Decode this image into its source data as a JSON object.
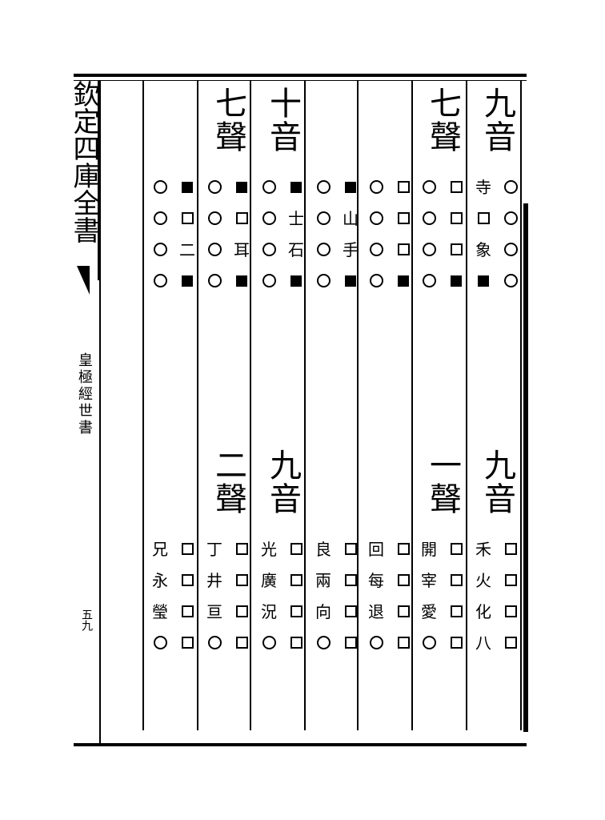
{
  "margin": {
    "title": "欽定四庫全書",
    "book": "皇極經世書",
    "page": "五九"
  },
  "top_columns": [
    {
      "id": "c1",
      "heading": "九音",
      "a": [
        {
          "t": "o"
        },
        {
          "t": "o"
        },
        {
          "t": "o"
        },
        {
          "t": "o"
        }
      ],
      "b": [
        {
          "t": "text",
          "v": "寺"
        },
        {
          "t": "e"
        },
        {
          "t": "text",
          "v": "象"
        },
        {
          "t": "f"
        }
      ]
    },
    {
      "id": "c2",
      "heading": "七聲",
      "a": [
        {
          "t": "e"
        },
        {
          "t": "e"
        },
        {
          "t": "e"
        },
        {
          "t": "f"
        }
      ],
      "b": [
        {
          "t": "o"
        },
        {
          "t": "o"
        },
        {
          "t": "o"
        },
        {
          "t": "o"
        }
      ]
    },
    {
      "id": "c3",
      "heading": "",
      "a": [
        {
          "t": "e"
        },
        {
          "t": "e"
        },
        {
          "t": "e"
        },
        {
          "t": "f"
        }
      ],
      "b": [
        {
          "t": "o"
        },
        {
          "t": "o"
        },
        {
          "t": "o"
        },
        {
          "t": "o"
        }
      ]
    },
    {
      "id": "c4",
      "heading": "",
      "a": [
        {
          "t": "f"
        },
        {
          "t": "text",
          "v": "山"
        },
        {
          "t": "text",
          "v": "手"
        },
        {
          "t": "f"
        }
      ],
      "b": [
        {
          "t": "o"
        },
        {
          "t": "o"
        },
        {
          "t": "o"
        },
        {
          "t": "o"
        }
      ]
    },
    {
      "id": "c5",
      "heading": "十音",
      "a": [
        {
          "t": "f"
        },
        {
          "t": "text",
          "v": "士"
        },
        {
          "t": "text",
          "v": "石"
        },
        {
          "t": "f"
        }
      ],
      "b": [
        {
          "t": "o"
        },
        {
          "t": "o"
        },
        {
          "t": "o"
        },
        {
          "t": "o"
        }
      ]
    },
    {
      "id": "c6",
      "heading": "七聲",
      "a": [
        {
          "t": "f"
        },
        {
          "t": "e"
        },
        {
          "t": "text",
          "v": "耳"
        },
        {
          "t": "f"
        }
      ],
      "b": [
        {
          "t": "o"
        },
        {
          "t": "o"
        },
        {
          "t": "o"
        },
        {
          "t": "o"
        }
      ]
    },
    {
      "id": "c7",
      "heading": "",
      "a": [
        {
          "t": "f"
        },
        {
          "t": "e"
        },
        {
          "t": "text",
          "v": "二"
        },
        {
          "t": "f"
        }
      ],
      "b": [
        {
          "t": "o"
        },
        {
          "t": "o"
        },
        {
          "t": "o"
        },
        {
          "t": "o"
        }
      ]
    }
  ],
  "bottom_columns": [
    {
      "id": "c1",
      "heading": "九音",
      "a": [
        {
          "t": "e"
        },
        {
          "t": "e"
        },
        {
          "t": "e"
        },
        {
          "t": "e"
        }
      ],
      "b": [
        {
          "t": "text",
          "v": "禾"
        },
        {
          "t": "text",
          "v": "火"
        },
        {
          "t": "text",
          "v": "化"
        },
        {
          "t": "text",
          "v": "八"
        }
      ]
    },
    {
      "id": "c2",
      "heading": "一聲",
      "a": [
        {
          "t": "e"
        },
        {
          "t": "e"
        },
        {
          "t": "e"
        },
        {
          "t": "e"
        }
      ],
      "b": [
        {
          "t": "text",
          "v": "開"
        },
        {
          "t": "text",
          "v": "宰"
        },
        {
          "t": "text",
          "v": "愛"
        },
        {
          "t": "o"
        }
      ]
    },
    {
      "id": "c3",
      "heading": "",
      "a": [
        {
          "t": "e"
        },
        {
          "t": "e"
        },
        {
          "t": "e"
        },
        {
          "t": "e"
        }
      ],
      "b": [
        {
          "t": "text",
          "v": "回"
        },
        {
          "t": "text",
          "v": "每"
        },
        {
          "t": "text",
          "v": "退"
        },
        {
          "t": "o"
        }
      ]
    },
    {
      "id": "c4",
      "heading": "",
      "a": [
        {
          "t": "e"
        },
        {
          "t": "e"
        },
        {
          "t": "e"
        },
        {
          "t": "e"
        }
      ],
      "b": [
        {
          "t": "text",
          "v": "良"
        },
        {
          "t": "text",
          "v": "兩"
        },
        {
          "t": "text",
          "v": "向"
        },
        {
          "t": "o"
        }
      ]
    },
    {
      "id": "c5",
      "heading": "九音",
      "a": [
        {
          "t": "e"
        },
        {
          "t": "e"
        },
        {
          "t": "e"
        },
        {
          "t": "e"
        }
      ],
      "b": [
        {
          "t": "text",
          "v": "光"
        },
        {
          "t": "text",
          "v": "廣"
        },
        {
          "t": "text",
          "v": "況"
        },
        {
          "t": "o"
        }
      ]
    },
    {
      "id": "c6",
      "heading": "二聲",
      "a": [
        {
          "t": "e"
        },
        {
          "t": "e"
        },
        {
          "t": "e"
        },
        {
          "t": "e"
        }
      ],
      "b": [
        {
          "t": "text",
          "v": "丁"
        },
        {
          "t": "text",
          "v": "井"
        },
        {
          "t": "text",
          "v": "亘"
        },
        {
          "t": "o"
        }
      ]
    },
    {
      "id": "c7",
      "heading": "",
      "a": [
        {
          "t": "e"
        },
        {
          "t": "e"
        },
        {
          "t": "e"
        },
        {
          "t": "e"
        }
      ],
      "b": [
        {
          "t": "text",
          "v": "兄"
        },
        {
          "t": "text",
          "v": "永"
        },
        {
          "t": "text",
          "v": "瑩"
        },
        {
          "t": "o"
        }
      ]
    }
  ]
}
